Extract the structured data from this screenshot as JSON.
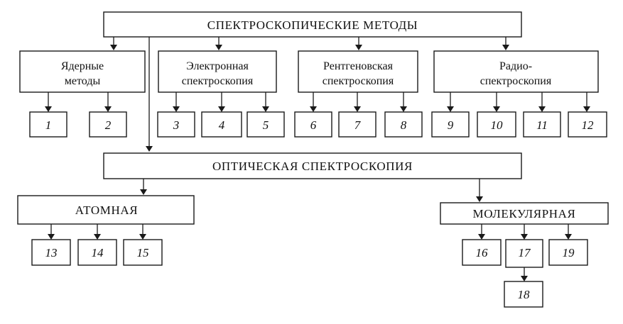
{
  "root": {
    "title": "СПЕКТРОСКОПИЧЕСКИЕ МЕТОДЫ"
  },
  "categories": [
    {
      "id": "nuclear",
      "lines": [
        "Ядерные",
        "методы"
      ],
      "numbers": [
        "1",
        "2"
      ]
    },
    {
      "id": "electron",
      "lines": [
        "Электронная",
        "спектроскопия"
      ],
      "numbers": [
        "3",
        "4",
        "5"
      ]
    },
    {
      "id": "xray",
      "lines": [
        "Рентгеновская",
        "спектроскопия"
      ],
      "numbers": [
        "6",
        "7",
        "8"
      ]
    },
    {
      "id": "radio",
      "lines": [
        "Радио-",
        "спектроскопия"
      ],
      "numbers": [
        "9",
        "10",
        "11",
        "12"
      ]
    }
  ],
  "optical": {
    "title": "ОПТИЧЕСКАЯ СПЕКТРОСКОПИЯ",
    "atomic": {
      "title": "АТОМНАЯ",
      "numbers": [
        "13",
        "14",
        "15"
      ]
    },
    "molecular": {
      "title": "МОЛЕКУЛЯРНАЯ",
      "numbers": [
        "16",
        "17",
        "19"
      ],
      "sub_number": "18"
    }
  }
}
